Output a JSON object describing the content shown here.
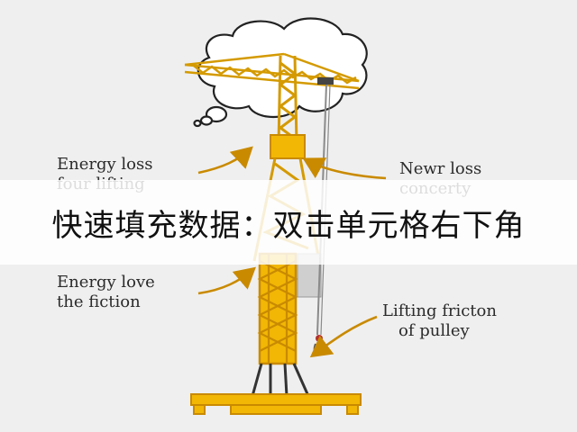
{
  "labels": {
    "top_left": {
      "line1": "Energy loss",
      "line2": "four lifting"
    },
    "top_right": {
      "line1": "Newr loss",
      "line2": "concerty"
    },
    "middle_left": {
      "line1": "Energy love",
      "line2": "the fiction"
    },
    "bottom_right": {
      "line1": "Lifting fricton",
      "line2": "of pulley"
    }
  },
  "banner": {
    "text": "快速填充数据：双击单元格右下角"
  },
  "colors": {
    "crane_yellow": "#f2b705",
    "crane_dark": "#c98a00",
    "arrow": "#c98a00",
    "cable": "#8a8a8a",
    "background": "#efefef"
  },
  "icons": [
    "thought-bubble-icon",
    "tower-crane-icon",
    "curved-arrow-icon"
  ]
}
